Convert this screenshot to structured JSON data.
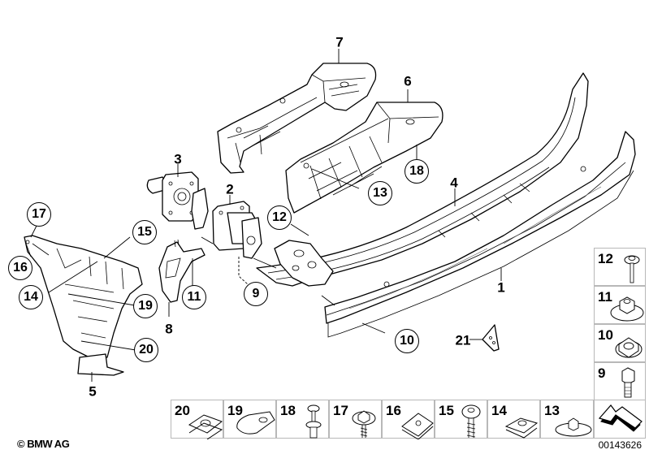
{
  "diagram": {
    "title": "Rear bumper carrier and mounting parts exploded view",
    "callouts_plain": [
      {
        "id": "label-1",
        "text": "1"
      },
      {
        "id": "label-2",
        "text": "2"
      },
      {
        "id": "label-3",
        "text": "3"
      },
      {
        "id": "label-4",
        "text": "4"
      },
      {
        "id": "label-5",
        "text": "5"
      },
      {
        "id": "label-6",
        "text": "6"
      },
      {
        "id": "label-7",
        "text": "7"
      },
      {
        "id": "label-8",
        "text": "8"
      },
      {
        "id": "label-21",
        "text": "21"
      }
    ],
    "callouts_circled": [
      {
        "id": "circ-17",
        "text": "17"
      },
      {
        "id": "circ-16",
        "text": "16"
      },
      {
        "id": "circ-15",
        "text": "15"
      },
      {
        "id": "circ-14",
        "text": "14"
      },
      {
        "id": "circ-19",
        "text": "19"
      },
      {
        "id": "circ-20",
        "text": "20"
      },
      {
        "id": "circ-11",
        "text": "11"
      },
      {
        "id": "circ-9",
        "text": "9"
      },
      {
        "id": "circ-12",
        "text": "12"
      },
      {
        "id": "circ-13",
        "text": "13"
      },
      {
        "id": "circ-18",
        "text": "18"
      },
      {
        "id": "circ-10",
        "text": "10"
      }
    ]
  },
  "legend_right": [
    {
      "number": "12",
      "part": "screw-with-washer-icon"
    },
    {
      "number": "11",
      "part": "collar-nut-icon"
    },
    {
      "number": "10",
      "part": "hex-flange-nut-icon"
    },
    {
      "number": "9",
      "part": "hex-bolt-icon"
    }
  ],
  "legend_bottom": [
    {
      "number": "20",
      "part": "u-nut-clip-icon"
    },
    {
      "number": "19",
      "part": "spring-clip-icon"
    },
    {
      "number": "18",
      "part": "expanding-rivet-icon"
    },
    {
      "number": "17",
      "part": "hex-washer-screw-icon"
    },
    {
      "number": "16",
      "part": "sheet-nut-icon"
    },
    {
      "number": "15",
      "part": "pan-head-screw-icon"
    },
    {
      "number": "14",
      "part": "clip-nut-icon"
    },
    {
      "number": "13",
      "part": "plastic-nut-icon"
    },
    {
      "number": "",
      "part": "direction-arrow-icon"
    }
  ],
  "footer": {
    "copyright": "© BMW AG",
    "image_number": "00143626"
  }
}
